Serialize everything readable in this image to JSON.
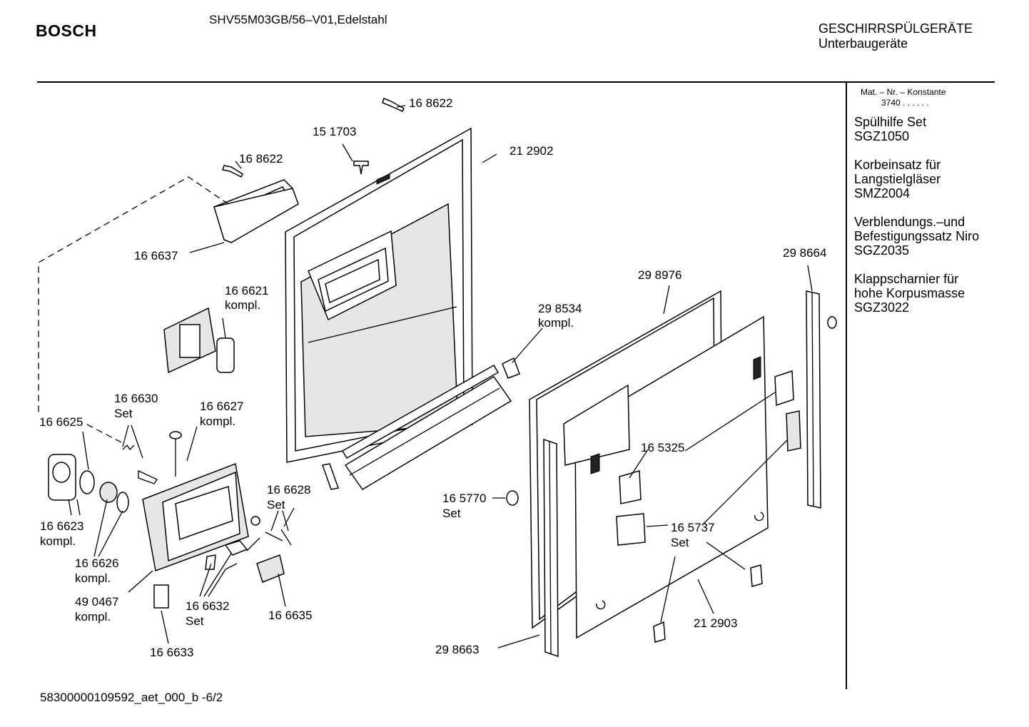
{
  "header": {
    "brand": "BOSCH",
    "model": "SHV55M03GB/56–V01,Edelstahl",
    "category_line1": "GESCHIRRSPÜLGERÄTE",
    "category_line2": "Unterbaugeräte"
  },
  "sidebar": {
    "mat_label": "Mat. – Nr. – Konstante",
    "mat_value": "3740  .  .     .  .  .  .",
    "accessories": [
      {
        "lines": [
          "Spülhilfe Set",
          "SGZ1050"
        ]
      },
      {
        "lines": [
          "Korbeinsatz für",
          "Langstielgläser",
          "SMZ2004"
        ]
      },
      {
        "lines": [
          "Verblendungs.–und",
          "Befestigungssatz Niro",
          "SGZ2035"
        ]
      },
      {
        "lines": [
          "Klappscharnier für",
          "hohe Korpusmasse",
          "SGZ3022"
        ]
      }
    ]
  },
  "footer": {
    "doc_id": "58300000109592_aet_000_b  -6/2"
  },
  "parts": [
    {
      "lines": [
        "16 8622"
      ]
    },
    {
      "lines": [
        "15 1703"
      ]
    },
    {
      "lines": [
        "16 8622"
      ]
    },
    {
      "lines": [
        "21 2902"
      ]
    },
    {
      "lines": [
        "16 6637"
      ]
    },
    {
      "lines": [
        "16 6621",
        "kompl."
      ]
    },
    {
      "lines": [
        "29 8976"
      ]
    },
    {
      "lines": [
        "29 8664"
      ]
    },
    {
      "lines": [
        "29 8534",
        "kompl."
      ]
    },
    {
      "lines": [
        "16 6630",
        "Set"
      ]
    },
    {
      "lines": [
        "16 6627",
        "kompl."
      ]
    },
    {
      "lines": [
        "16 6625"
      ]
    },
    {
      "lines": [
        "16 5325"
      ]
    },
    {
      "lines": [
        "16 6628",
        "Set"
      ]
    },
    {
      "lines": [
        "16 5770"
      ]
    },
    {
      "lines": [
        "Set"
      ]
    },
    {
      "lines": [
        "16 6623",
        "kompl."
      ]
    },
    {
      "lines": [
        "16 5737",
        "Set"
      ]
    },
    {
      "lines": [
        "16 6626",
        "kompl."
      ]
    },
    {
      "lines": [
        "49 0467",
        "kompl."
      ]
    },
    {
      "lines": [
        "16 6632",
        "Set"
      ]
    },
    {
      "lines": [
        "16 6635"
      ]
    },
    {
      "lines": [
        "21 2903"
      ]
    },
    {
      "lines": [
        "29 8663"
      ]
    },
    {
      "lines": [
        "16 6633"
      ]
    }
  ]
}
